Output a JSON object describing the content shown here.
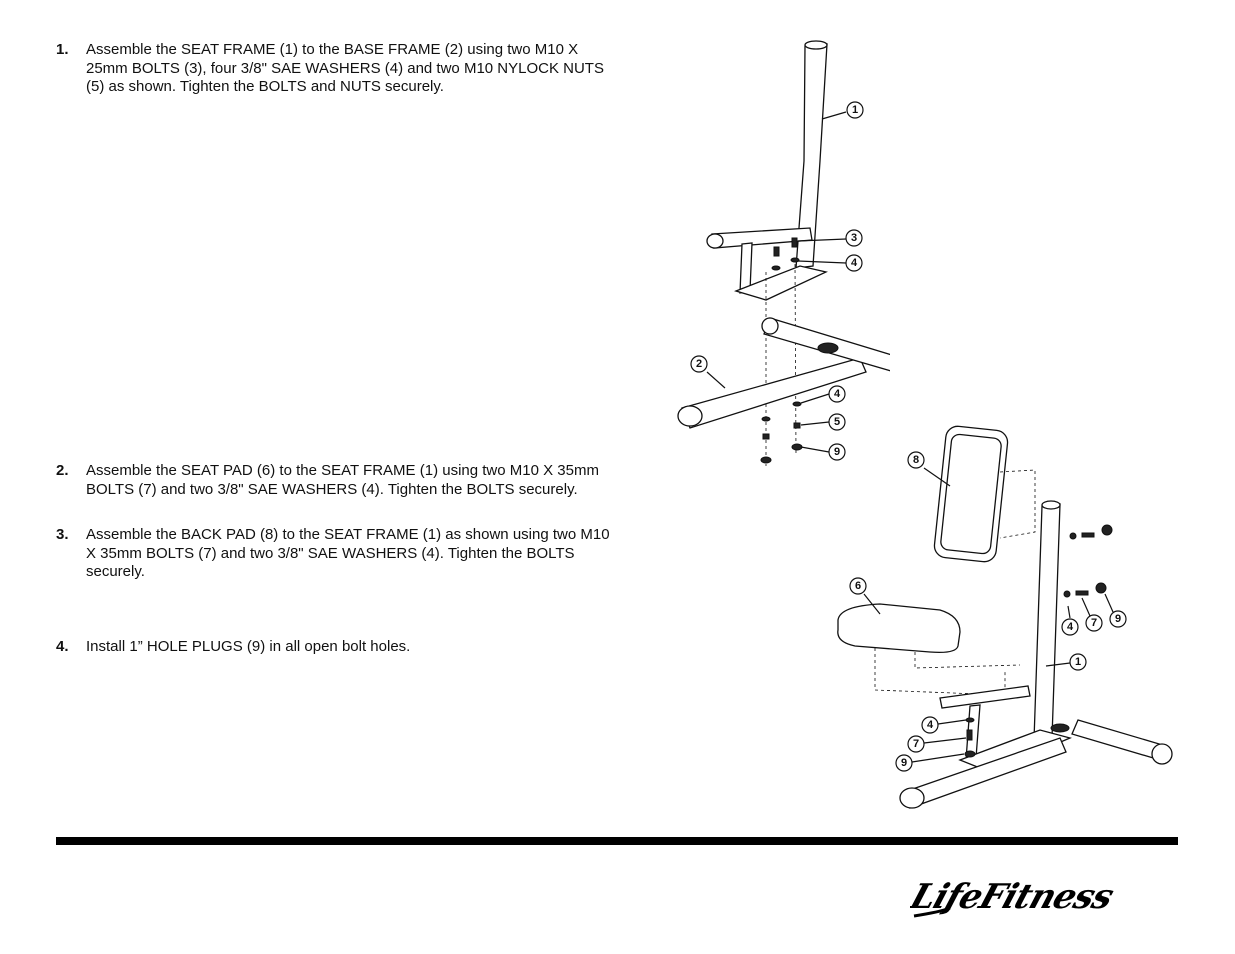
{
  "steps": [
    {
      "number": "1.",
      "text": "Assemble the SEAT FRAME (1) to the BASE FRAME (2) using two M10 X 25mm BOLTS (3), four 3/8\" SAE WASHERS (4) and two M10 NYLOCK NUTS (5) as shown. Tighten the BOLTS and NUTS securely."
    },
    {
      "number": "2.",
      "text": "Assemble the SEAT PAD (6) to the SEAT FRAME (1) using two M10 X 35mm BOLTS (7) and two 3/8\" SAE WASHERS (4). Tighten the BOLTS securely."
    },
    {
      "number": "3.",
      "text": "Assemble the BACK PAD (8) to the SEAT FRAME (1) as shown using two M10 X 35mm BOLTS (7) and two 3/8\" SAE WASHERS (4). Tighten the BOLTS securely."
    },
    {
      "number": "4.",
      "text": "Install 1” HOLE PLUGS (9) in all open bolt holes."
    }
  ],
  "diagram1": {
    "callouts": [
      "1",
      "3",
      "4",
      "2",
      "4",
      "5",
      "9"
    ]
  },
  "diagram2": {
    "callouts": [
      "8",
      "6",
      "4",
      "7",
      "9",
      "1",
      "4",
      "7",
      "9"
    ]
  },
  "brand": {
    "logo_text": "LifeFitness"
  },
  "colors": {
    "text": "#111111",
    "rule": "#000000"
  }
}
